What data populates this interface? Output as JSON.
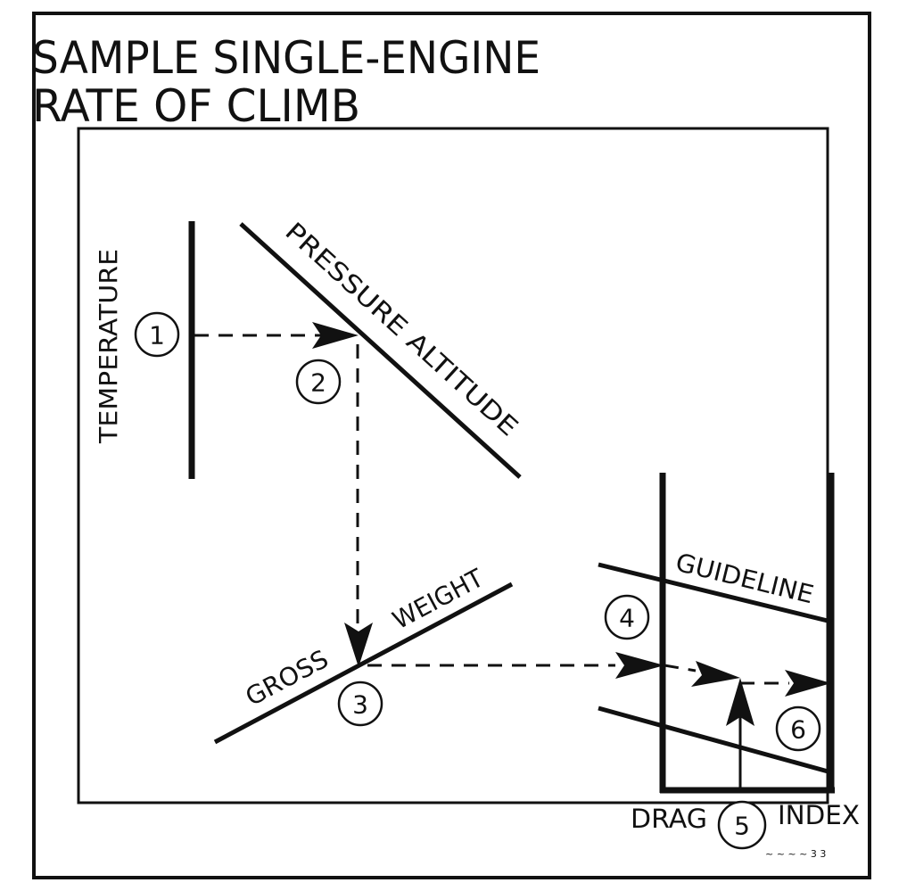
{
  "title": {
    "line1": "SAMPLE SINGLE-ENGINE",
    "line2": "RATE OF CLIMB"
  },
  "labels": {
    "temperature": "TEMPERATURE",
    "pressure_altitude": "PRESSURE ALTITUDE",
    "gross": "GROSS",
    "weight": "WEIGHT",
    "guideline": "GUIDELINE",
    "drag": "DRAG",
    "index": "INDEX"
  },
  "steps": [
    "1",
    "2",
    "3",
    "4",
    "5",
    "6"
  ],
  "figure_code": "~ ~ ~ ~ 3 3",
  "colors": {
    "ink": "#111111",
    "paper": "#ffffff"
  }
}
